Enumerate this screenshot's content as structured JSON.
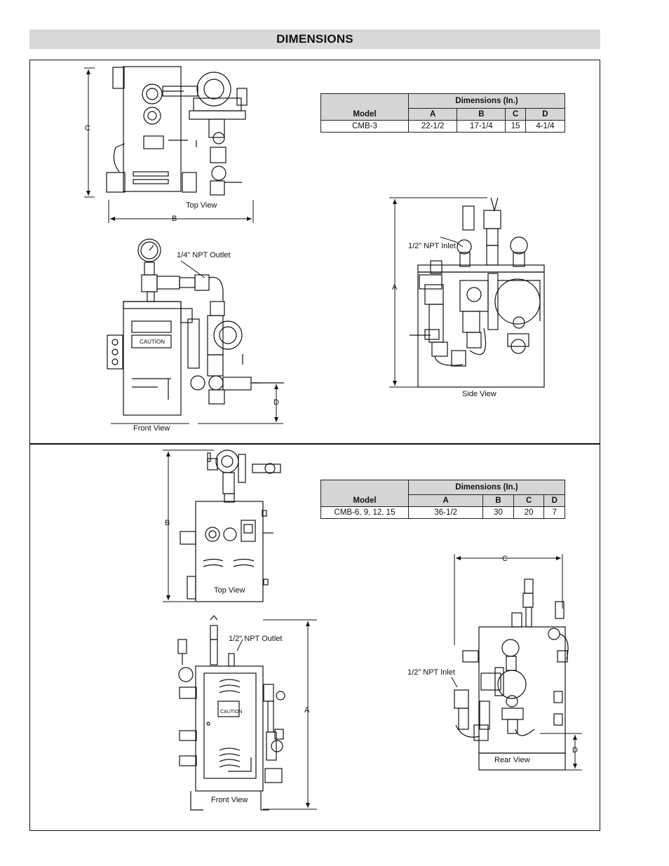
{
  "page": {
    "title": "DIMENSIONS"
  },
  "section1": {
    "table": {
      "model_header": "Model",
      "group_header": "Dimensions (In.)",
      "columns": [
        "A",
        "B",
        "C",
        "D"
      ],
      "rows": [
        {
          "model": "CMB-3",
          "values": [
            "22-1/2",
            "17-1/4",
            "15",
            "4-1/4"
          ]
        }
      ]
    },
    "labels": {
      "top_view": "Top View",
      "front_view": "Front View",
      "side_view": "Side View",
      "outlet": "1/4\" NPT Outlet",
      "inlet": "1/2\" NPT Inlet",
      "caution": "CAUTION",
      "dim_a": "A",
      "dim_b": "B",
      "dim_c": "C",
      "dim_d": "D"
    }
  },
  "section2": {
    "table": {
      "model_header": "Model",
      "group_header": "Dimensions (In.)",
      "columns": [
        "A",
        "B",
        "C",
        "D"
      ],
      "rows": [
        {
          "model": "CMB-6, 9, 12, 15",
          "values": [
            "36-1/2",
            "30",
            "20",
            "7"
          ]
        }
      ]
    },
    "labels": {
      "top_view": "Top View",
      "front_view": "Front View",
      "rear_view": "Rear View",
      "outlet": "1/2\" NPT Outlet",
      "inlet": "1/2\" NPT Inlet",
      "caution": "CAUTION",
      "dim_a": "A",
      "dim_b": "B",
      "dim_c": "C",
      "dim_d": "D"
    }
  }
}
